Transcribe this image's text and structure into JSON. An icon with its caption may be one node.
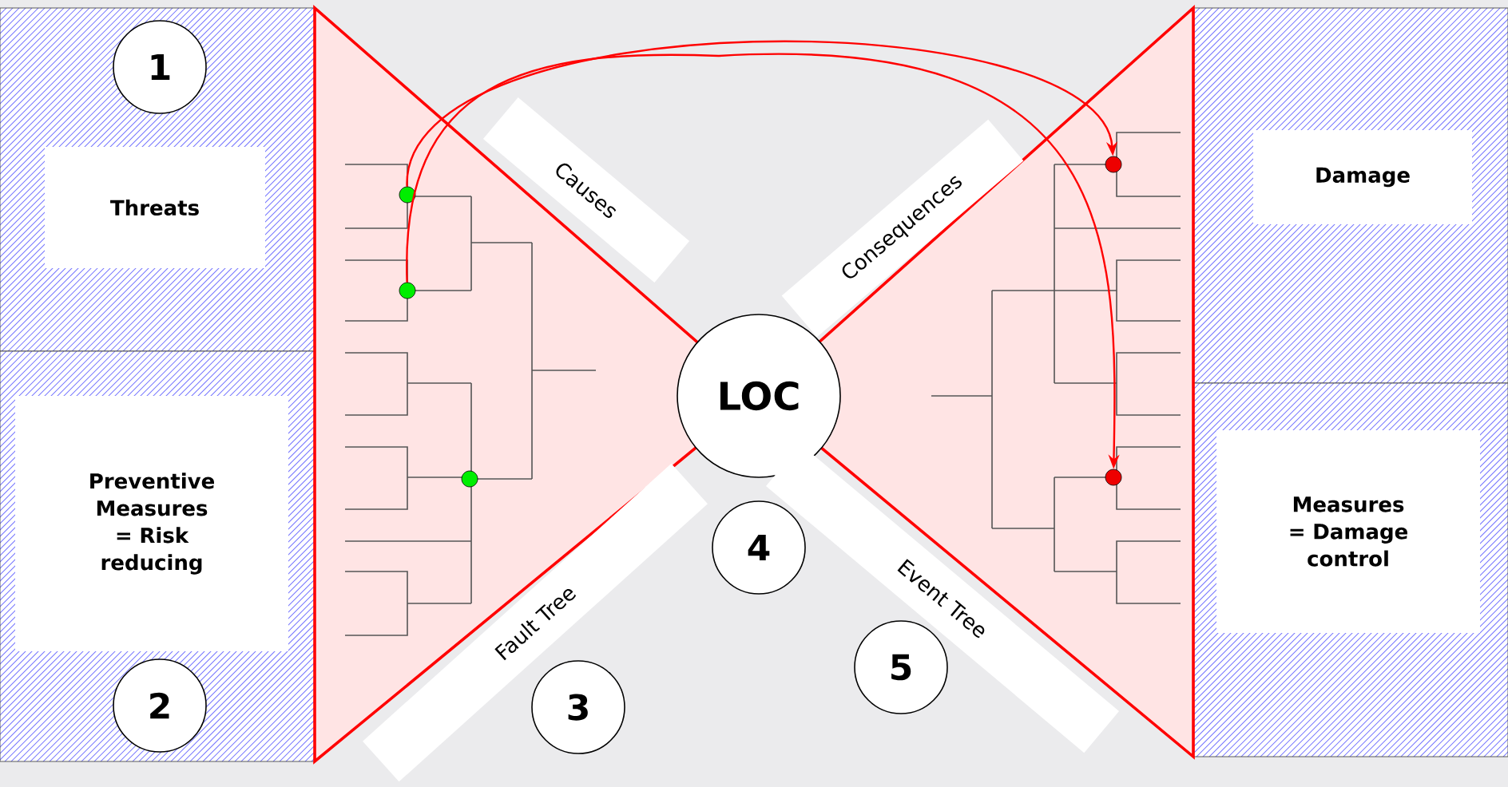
{
  "diagram": {
    "nodes": [
      {
        "text": [
          "1"
        ]
      },
      {
        "text": [
          "Threats"
        ]
      },
      {
        "text": [
          "Preventive Measures = Risk reducing"
        ]
      },
      {
        "text": [
          "2"
        ]
      },
      {
        "text": [
          "Causes"
        ]
      },
      {
        "text": [
          "Consequences"
        ]
      },
      {
        "text": [
          "LOC"
        ]
      },
      {
        "text": [
          "Fault Tree"
        ]
      },
      {
        "text": [
          "Event Tree"
        ]
      },
      {
        "text": [
          "3"
        ]
      },
      {
        "text": [
          "4"
        ]
      },
      {
        "text": [
          "5"
        ]
      },
      {
        "text": [
          "Damage"
        ]
      },
      {
        "text": [
          "Measures = Damage control"
        ]
      },
      {
        "text": [],
        "shape": "circle"
      },
      {
        "text": [],
        "shape": "circle"
      },
      {
        "text": [],
        "shape": "circle"
      },
      {
        "text": [],
        "shape": "circle"
      },
      {
        "text": [],
        "shape": "circle"
      }
    ],
    "edges": [
      {
        "from": 14,
        "to": 17,
        "arrow": "to"
      },
      {
        "from": 15,
        "to": 18,
        "arrow": "to"
      }
    ]
  }
}
